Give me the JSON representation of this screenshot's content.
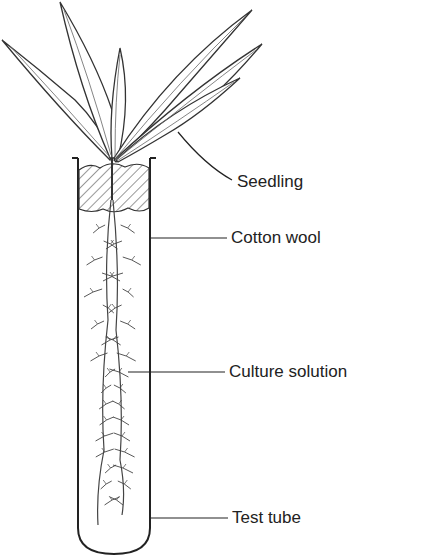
{
  "diagram": {
    "labels": [
      "Seedling",
      "Cotton wool",
      "Culture solution",
      "Test tube"
    ]
  }
}
